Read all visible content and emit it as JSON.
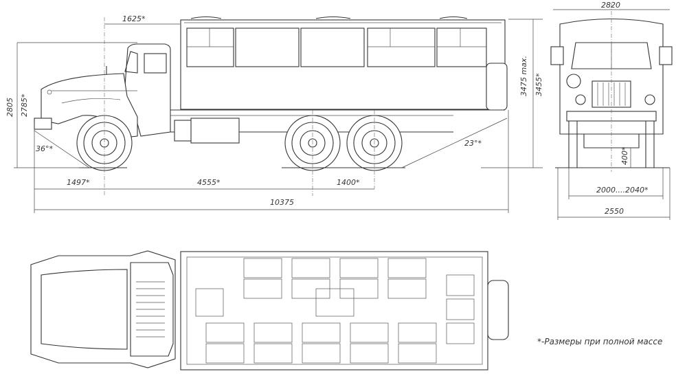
{
  "dimensions": {
    "cab_to_body": "1625*",
    "height_cab": "2805",
    "height_cab_loaded": "2785*",
    "approach_angle": "36°*",
    "departure_angle": "23°*",
    "front_overhang": "1497*",
    "wheelbase": "4555*",
    "rear_axle_spacing": "1400*",
    "overall_length": "10375",
    "height_max": "3475 max.",
    "height_loaded": "3455*",
    "overall_width_top": "2820",
    "ground_clearance": "400*",
    "track": "2000....2040*",
    "overall_width": "2550"
  },
  "note": "*-Размеры при полной массе"
}
